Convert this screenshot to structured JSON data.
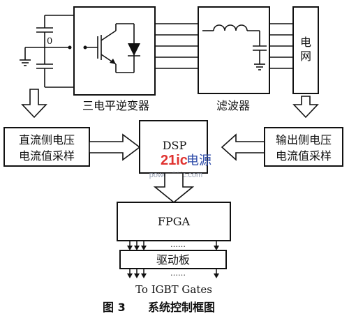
{
  "labels": {
    "inverter": "三电平逆变器",
    "filter": "滤波器",
    "grid": "电网",
    "dc_sampling_line1": "直流侧电压",
    "dc_sampling_line2": "电流值采样",
    "ac_sampling_line1": "输出侧电压",
    "ac_sampling_line2": "电流值采样",
    "dsp": "DSP",
    "fpga": "FPGA",
    "driver": "驱动板",
    "output": "To IGBT Gates",
    "dc_node": "0",
    "dots_top": "……",
    "dots_bottom": "……"
  },
  "watermark": {
    "brand_num": "21ic",
    "brand_cn": "电源",
    "url": "power.21ic.com"
  },
  "caption": {
    "fig_no": "图 3",
    "title": "系统控制框图"
  },
  "colors": {
    "line": "#111111",
    "watermark_red": "#e0322f",
    "watermark_blue": "#2c4aa8",
    "watermark_url": "#9aa3b5"
  }
}
